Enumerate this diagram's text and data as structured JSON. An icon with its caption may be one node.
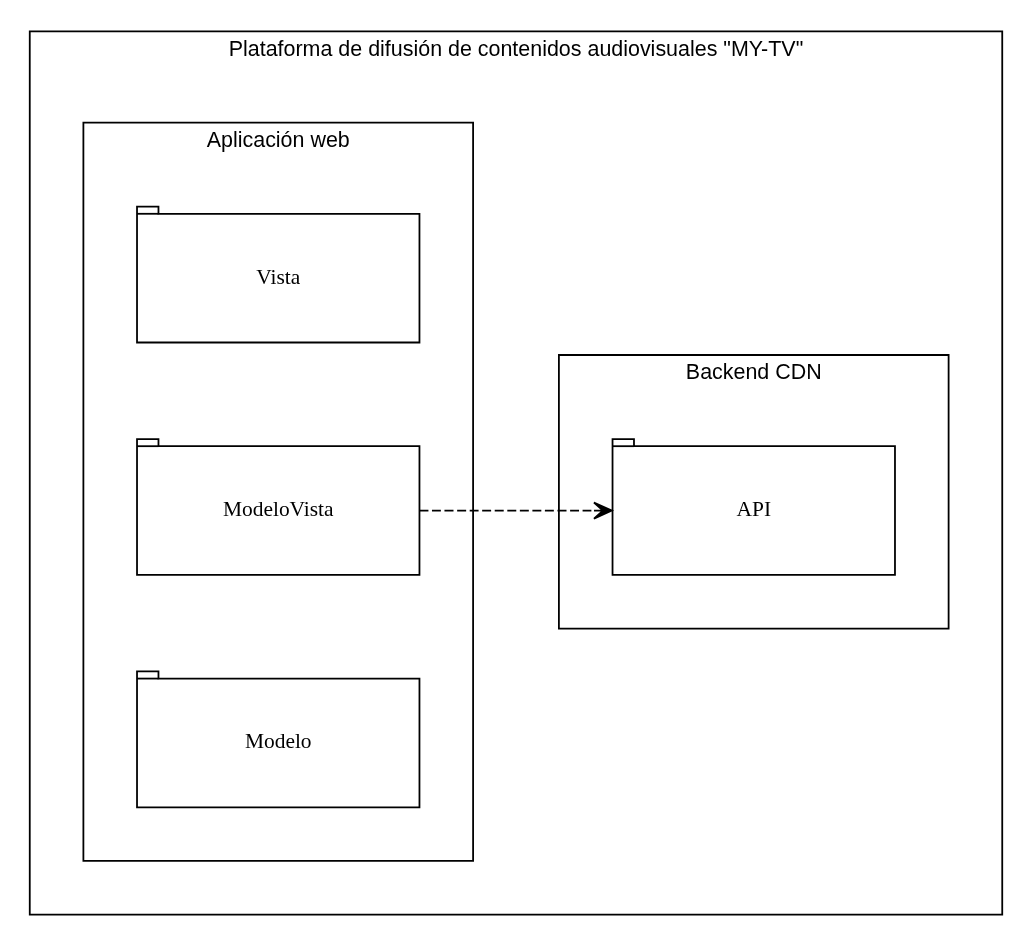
{
  "diagram": {
    "nodes": [
      {
        "text": [
          "Plataforma de difusión de contenidos audiovisuales \"MY-TV\""
        ]
      },
      {
        "text": [
          "Aplicación web"
        ],
        "in": 0
      },
      {
        "text": [
          "Vista"
        ],
        "in": 1
      },
      {
        "text": [
          "ModeloVista"
        ],
        "in": 1
      },
      {
        "text": [
          "Modelo"
        ],
        "in": 1
      },
      {
        "text": [
          "Backend CDN"
        ],
        "in": 0
      },
      {
        "text": [
          "API"
        ],
        "in": 5
      }
    ],
    "edges": [
      {
        "from": 3,
        "to": 6,
        "arrow": "to",
        "style": "dashed"
      }
    ]
  }
}
